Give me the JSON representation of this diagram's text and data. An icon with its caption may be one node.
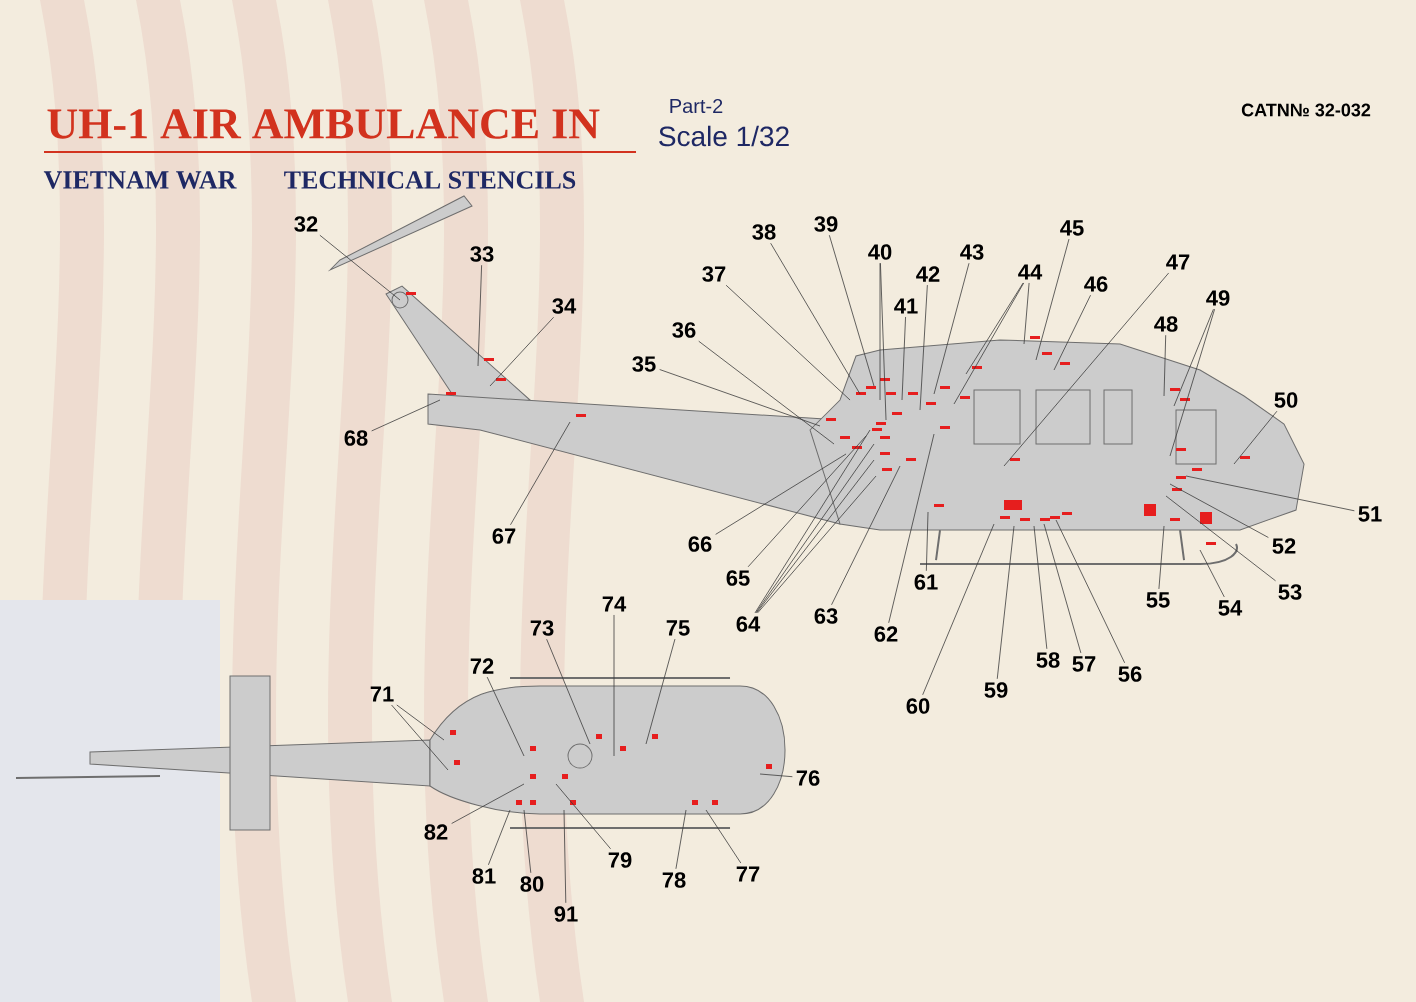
{
  "diagram": {
    "title": "UH-1 AIR AMBULANCE IN",
    "nodes": [
      {
        "text": [
          "32"
        ]
      },
      {
        "text": [
          "33"
        ]
      },
      {
        "text": [
          "34"
        ]
      },
      {
        "text": [
          "35"
        ]
      },
      {
        "text": [
          "36"
        ]
      },
      {
        "text": [
          "37"
        ]
      },
      {
        "text": [
          "38"
        ]
      },
      {
        "text": [
          "39"
        ]
      },
      {
        "text": [
          "40"
        ]
      },
      {
        "text": [
          "41"
        ]
      },
      {
        "text": [
          "42"
        ]
      },
      {
        "text": [
          "43"
        ]
      },
      {
        "text": [
          "44"
        ]
      },
      {
        "text": [
          "45"
        ]
      },
      {
        "text": [
          "46"
        ]
      },
      {
        "text": [
          "47"
        ]
      },
      {
        "text": [
          "48"
        ]
      },
      {
        "text": [
          "49"
        ]
      },
      {
        "text": [
          "50"
        ]
      },
      {
        "text": [
          "51"
        ]
      },
      {
        "text": [
          "52"
        ]
      },
      {
        "text": [
          "53"
        ]
      },
      {
        "text": [
          "54"
        ]
      },
      {
        "text": [
          "55"
        ]
      },
      {
        "text": [
          "56"
        ]
      },
      {
        "text": [
          "57"
        ]
      },
      {
        "text": [
          "58"
        ]
      },
      {
        "text": [
          "59"
        ]
      },
      {
        "text": [
          "60"
        ]
      },
      {
        "text": [
          "61"
        ]
      },
      {
        "text": [
          "62"
        ]
      },
      {
        "text": [
          "63"
        ]
      },
      {
        "text": [
          "64"
        ]
      },
      {
        "text": [
          "65"
        ]
      },
      {
        "text": [
          "66"
        ]
      },
      {
        "text": [
          "67"
        ]
      },
      {
        "text": [
          "68"
        ]
      },
      {
        "text": [
          "71"
        ]
      },
      {
        "text": [
          "72"
        ]
      },
      {
        "text": [
          "73"
        ]
      },
      {
        "text": [
          "74"
        ]
      },
      {
        "text": [
          "75"
        ]
      },
      {
        "text": [
          "76"
        ]
      },
      {
        "text": [
          "77"
        ]
      },
      {
        "text": [
          "78"
        ]
      },
      {
        "text": [
          "79"
        ]
      },
      {
        "text": [
          "80"
        ]
      },
      {
        "text": [
          "81"
        ]
      },
      {
        "text": [
          "82"
        ]
      },
      {
        "text": [
          "91"
        ]
      }
    ],
    "edges": [
      {
        "from": 0,
        "to": null,
        "arrow": "none"
      },
      {
        "from": 1,
        "to": null,
        "arrow": "none"
      },
      {
        "from": 2,
        "to": null,
        "arrow": "none"
      },
      {
        "from": 3,
        "to": null,
        "arrow": "none"
      },
      {
        "from": 4,
        "to": null,
        "arrow": "none"
      },
      {
        "from": 5,
        "to": null,
        "arrow": "none"
      },
      {
        "from": 6,
        "to": null,
        "arrow": "none"
      },
      {
        "from": 7,
        "to": null,
        "arrow": "none"
      },
      {
        "from": 8,
        "to": null,
        "arrow": "none"
      },
      {
        "from": 8,
        "to": null,
        "arrow": "none"
      },
      {
        "from": 9,
        "to": null,
        "arrow": "none"
      },
      {
        "from": 10,
        "to": null,
        "arrow": "none"
      },
      {
        "from": 11,
        "to": null,
        "arrow": "none"
      },
      {
        "from": 12,
        "to": null,
        "arrow": "none"
      },
      {
        "from": 12,
        "to": null,
        "arrow": "none"
      },
      {
        "from": 12,
        "to": null,
        "arrow": "none"
      },
      {
        "from": 13,
        "to": null,
        "arrow": "none"
      },
      {
        "from": 14,
        "to": null,
        "arrow": "none"
      },
      {
        "from": 15,
        "to": null,
        "arrow": "none"
      },
      {
        "from": 16,
        "to": null,
        "arrow": "none"
      },
      {
        "from": 17,
        "to": null,
        "arrow": "none"
      },
      {
        "from": 17,
        "to": null,
        "arrow": "none"
      },
      {
        "from": 18,
        "to": null,
        "arrow": "none"
      },
      {
        "from": 19,
        "to": null,
        "arrow": "none"
      },
      {
        "from": 20,
        "to": null,
        "arrow": "none"
      },
      {
        "from": 21,
        "to": null,
        "arrow": "none"
      },
      {
        "from": 22,
        "to": null,
        "arrow": "none"
      },
      {
        "from": 23,
        "to": null,
        "arrow": "none"
      },
      {
        "from": 24,
        "to": null,
        "arrow": "none"
      },
      {
        "from": 25,
        "to": null,
        "arrow": "none"
      },
      {
        "from": 26,
        "to": null,
        "arrow": "none"
      },
      {
        "from": 27,
        "to": null,
        "arrow": "none"
      },
      {
        "from": 28,
        "to": null,
        "arrow": "none"
      },
      {
        "from": 29,
        "to": null,
        "arrow": "none"
      },
      {
        "from": 30,
        "to": null,
        "arrow": "none"
      },
      {
        "from": 31,
        "to": null,
        "arrow": "none"
      },
      {
        "from": 32,
        "to": null,
        "arrow": "none"
      },
      {
        "from": 32,
        "to": null,
        "arrow": "none"
      },
      {
        "from": 32,
        "to": null,
        "arrow": "none"
      },
      {
        "from": 32,
        "to": null,
        "arrow": "none"
      },
      {
        "from": 33,
        "to": null,
        "arrow": "none"
      },
      {
        "from": 34,
        "to": null,
        "arrow": "none"
      },
      {
        "from": 35,
        "to": null,
        "arrow": "none"
      },
      {
        "from": 36,
        "to": null,
        "arrow": "none"
      },
      {
        "from": 37,
        "to": null,
        "arrow": "none"
      },
      {
        "from": 37,
        "to": null,
        "arrow": "none"
      },
      {
        "from": 38,
        "to": null,
        "arrow": "none"
      },
      {
        "from": 39,
        "to": null,
        "arrow": "none"
      },
      {
        "from": 40,
        "to": null,
        "arrow": "none"
      },
      {
        "from": 41,
        "to": null,
        "arrow": "none"
      },
      {
        "from": 42,
        "to": null,
        "arrow": "none"
      },
      {
        "from": 43,
        "to": null,
        "arrow": "none"
      },
      {
        "from": 44,
        "to": null,
        "arrow": "none"
      },
      {
        "from": 45,
        "to": null,
        "arrow": "none"
      },
      {
        "from": 46,
        "to": null,
        "arrow": "none"
      },
      {
        "from": 47,
        "to": null,
        "arrow": "none"
      },
      {
        "from": 48,
        "to": null,
        "arrow": "none"
      },
      {
        "from": 49,
        "to": null,
        "arrow": "none"
      }
    ],
    "labels": [
      "Part-2",
      "Scale 1/32",
      "CATN№ 32-032",
      "VIETNAM WAR",
      "TECHNICAL STENCILS"
    ]
  }
}
